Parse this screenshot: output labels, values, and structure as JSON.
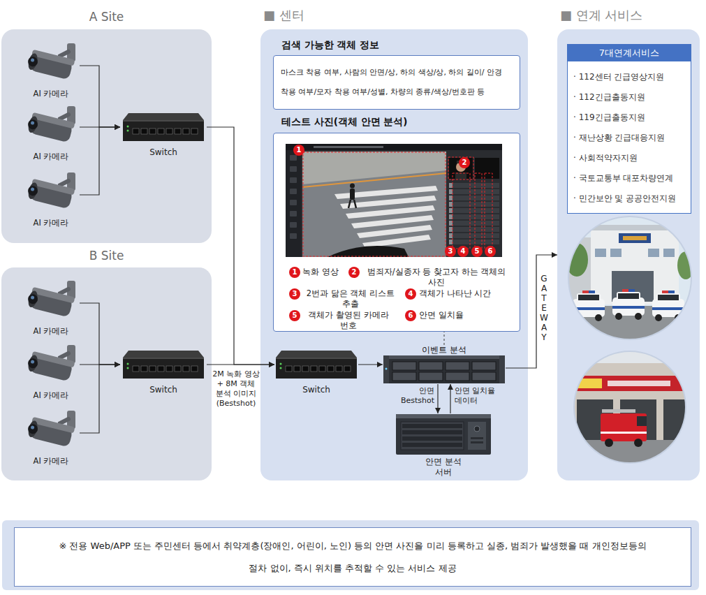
{
  "diagram": {
    "nodes": [
      {
        "text": [
          "A Site"
        ]
      },
      {
        "text": [
          "AI 카메라"
        ],
        "in": 0
      },
      {
        "text": [
          "AI 카메라"
        ],
        "in": 0
      },
      {
        "text": [
          "AI 카메라"
        ],
        "in": 0
      },
      {
        "text": [
          "Switch"
        ],
        "in": 0
      },
      {
        "text": [
          "B Site"
        ]
      },
      {
        "text": [
          "AI 카메라"
        ],
        "in": 5
      },
      {
        "text": [
          "AI 카메라"
        ],
        "in": 5
      },
      {
        "text": [
          "AI 카메라"
        ],
        "in": 5
      },
      {
        "text": [
          "Switch"
        ],
        "in": 5
      },
      {
        "text": [
          "■ 센터"
        ]
      },
      {
        "text": [
          "검색 가능한 객체 정보",
          "마스크 착용 여부, 사람의 안면/상, 하의 색상/상, 하의 길이/ 안경 착용 여부/모자 착용 여부/성별, 차량의 종류/색상/번호판 등"
        ],
        "in": 10
      },
      {
        "text": [
          "테스트 사진(객체 안면 분석)"
        ],
        "in": 10
      },
      {
        "text": [
          "Switch"
        ],
        "in": 10
      },
      {
        "text": [
          "이벤트 분석"
        ],
        "in": 10
      },
      {
        "text": [
          "안면 분석 서버"
        ],
        "in": 10
      },
      {
        "text": [
          "■ 연계 서비스"
        ]
      },
      {
        "text": [
          "7대연계서비스",
          "· 112센터 긴급영상지원",
          "· 112긴급출동지원",
          "· 119긴급출동지원",
          "· 재난상황 긴급대응지원",
          "· 사회적약자지원",
          "· 국토교통부 대포차량연계",
          "· 민간보안 및 공공안전지원"
        ],
        "in": 16
      },
      {
        "text": [
          "※ 전용 Web/APP 또는 주민센터 등에서 취약계층(장애인, 어린이, 노인) 등의 안면 사진을 미리 등록하고 실종, 범죄가 발생했을 때 개인정보등의 절차 없이, 즉시 위치를 추적할 수 있는 서비스 제공"
        ]
      }
    ],
    "edges": [
      {
        "from": 1,
        "to": 4,
        "arrow": "to"
      },
      {
        "from": 2,
        "to": 4,
        "arrow": "to"
      },
      {
        "from": 3,
        "to": 4,
        "arrow": "to"
      },
      {
        "from": 6,
        "to": 9,
        "arrow": "to"
      },
      {
        "from": 7,
        "to": 9,
        "arrow": "to"
      },
      {
        "from": 8,
        "to": 9,
        "arrow": "to"
      },
      {
        "from": 4,
        "to": 13,
        "arrow": "to"
      },
      {
        "from": 9,
        "to": 13,
        "arrow": "to",
        "label": "2M 녹화 영상 + 8M 객체 분석 이미지 (Bestshot)"
      },
      {
        "from": 13,
        "to": 14,
        "arrow": "to"
      },
      {
        "from": 14,
        "to": 15,
        "arrow": "to",
        "label": "안면 Bestshot"
      },
      {
        "from": 15,
        "to": 14,
        "arrow": "to",
        "label": "안면 일치율 데이터"
      },
      {
        "from": 14,
        "to": 12,
        "arrow": "none"
      },
      {
        "from": 14,
        "to": 16,
        "arrow": "to",
        "label": "GATEWAY"
      }
    ],
    "labels": [
      "1",
      "2",
      "3",
      "4",
      "5",
      "6",
      "1",
      "녹화 영상",
      "2",
      "범죄자/실종자 등 찾고자 하는 객체의 사진",
      "3",
      "2번과 닮은 객체 리스트 추출",
      "4",
      "객체가 나타난 시간",
      "5",
      "객체가 촬영된 카메라 번호",
      "6",
      "안면 일치율"
    ]
  }
}
